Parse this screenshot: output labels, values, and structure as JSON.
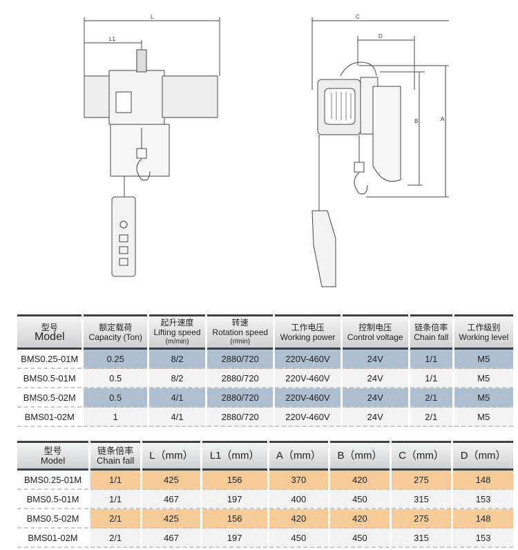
{
  "drawing": {
    "dimension_labels": {
      "L": "L",
      "L1": "L1",
      "C": "C",
      "D": "D",
      "A": "A",
      "B": "B"
    }
  },
  "table1": {
    "headers": [
      {
        "cn": "型号",
        "en": "Model"
      },
      {
        "cn": "额定载荷",
        "en": "Capacity (Ton)"
      },
      {
        "cn": "起升速度",
        "en": "Lifting speed",
        "unit": "(m/min)"
      },
      {
        "cn": "转速",
        "en": "Rotation speed",
        "unit": "(r/min)"
      },
      {
        "cn": "工作电压",
        "en": "Working power"
      },
      {
        "cn": "控制电压",
        "en": "Control voltage"
      },
      {
        "cn": "链条倍率",
        "en": "Chain fall"
      },
      {
        "cn": "工作级别",
        "en": "Working level"
      }
    ],
    "rows": [
      [
        "BMS0.25-01M",
        "0.25",
        "8/2",
        "2880/720",
        "220V-460V",
        "24V",
        "1/1",
        "M5"
      ],
      [
        "BMS0.5-01M",
        "0.5",
        "8/2",
        "2880/720",
        "220V-460V",
        "24V",
        "1/1",
        "M5"
      ],
      [
        "BMS0.5-02M",
        "0.5",
        "4/1",
        "2880/720",
        "220V-460V",
        "24V",
        "2/1",
        "M5"
      ],
      [
        "BMS01-02M",
        "1",
        "4/1",
        "2880/720",
        "220V-460V",
        "24V",
        "2/1",
        "M5"
      ]
    ]
  },
  "table2": {
    "headers": [
      {
        "cn": "型号",
        "en": "Model"
      },
      {
        "cn": "链条倍率",
        "en": "Chain fall"
      },
      {
        "en": "L（mm）"
      },
      {
        "en": "L1（mm）"
      },
      {
        "en": "A（mm）"
      },
      {
        "en": "B（mm）"
      },
      {
        "en": "C（mm）"
      },
      {
        "en": "D（mm）"
      }
    ],
    "rows": [
      [
        "BMS0.25-01M",
        "1/1",
        "425",
        "156",
        "370",
        "420",
        "275",
        "148"
      ],
      [
        "BMS0.5-01M",
        "1/1",
        "467",
        "197",
        "400",
        "450",
        "315",
        "153"
      ],
      [
        "BMS0.5-02M",
        "2/1",
        "425",
        "156",
        "420",
        "420",
        "275",
        "148"
      ],
      [
        "BMS01-02M",
        "2/1",
        "467",
        "197",
        "450",
        "450",
        "315",
        "153"
      ]
    ]
  },
  "colors": {
    "table1_highlight": "#aebfd1",
    "table2_highlight": "#f6cb98",
    "header_border": "#3a3f48"
  }
}
